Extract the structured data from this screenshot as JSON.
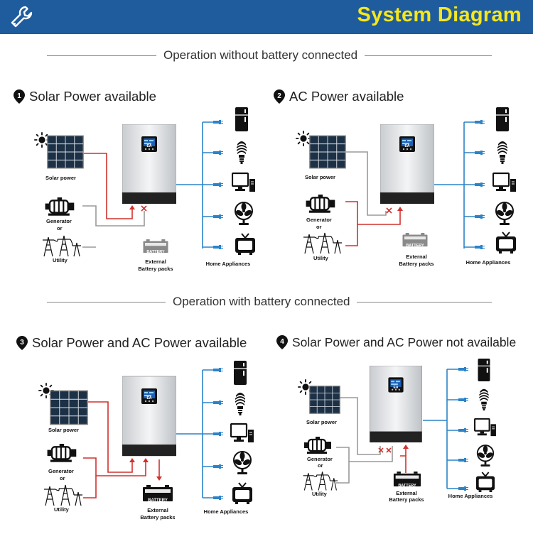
{
  "header": {
    "title": "System Diagram",
    "icon": "wrench-icon",
    "bg_color": "#1f5c9e",
    "title_color": "#f6e71d"
  },
  "sections": {
    "without": "Operation without battery connected",
    "with": "Operation with battery connected"
  },
  "panels": [
    {
      "number": "1",
      "title": "Solar Power available"
    },
    {
      "number": "2",
      "title": "AC Power available"
    },
    {
      "number": "3",
      "title": "Solar Power and AC Power available"
    },
    {
      "number": "4",
      "title": "Solar Power and AC Power not available"
    }
  ],
  "labels": {
    "solar": "Solar power",
    "generator": "Generator",
    "or": "or",
    "utility": "Utility",
    "battery": "BATTERY",
    "external_1": "External",
    "external_2": "Battery packs",
    "home": "Home Appliances",
    "brand": "EA"
  },
  "colors": {
    "ac_line": "#d0312d",
    "dc_line": "#2c83c8",
    "idle_line": "#9a9a9a"
  }
}
